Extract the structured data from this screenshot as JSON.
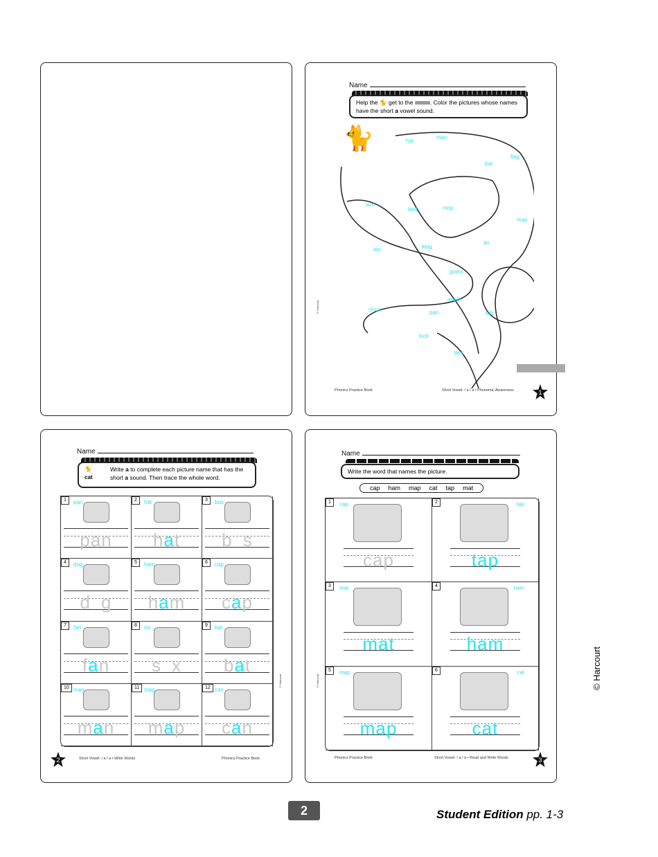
{
  "page1": {
    "name_label": "Name",
    "instruction_pre": "Help the",
    "instruction_mid": "get to the",
    "instruction_post": ". Color the pictures whose names have the short",
    "instruction_bold": "a",
    "instruction_end": "vowel sound.",
    "labels": [
      "hat",
      "man",
      "bat",
      "flag",
      "map",
      "sun",
      "bed",
      "mop",
      "ten",
      "king",
      "ax",
      "grass",
      "apple",
      "tub",
      "chick",
      "pan",
      "lock",
      "tack"
    ],
    "copyright": "© Harcourt",
    "footer_left": "Phonics Practice Book",
    "footer_right": "Short Vowel: / a / a • Phonemic Awareness",
    "page_num": "1"
  },
  "page2": {
    "name_label": "Name",
    "example_word": "cat",
    "instruction_pre": "Write",
    "instruction_bold": "a",
    "instruction_mid": "to complete each picture name that has the short",
    "instruction_bold2": "a",
    "instruction_end": "sound. Then trace the whole word.",
    "items": [
      {
        "num": "1",
        "label": "pan",
        "pre": "p",
        "mid": "a",
        "post": "n",
        "filled": false
      },
      {
        "num": "2",
        "label": "hat",
        "pre": "h",
        "mid": "a",
        "post": "t",
        "filled": true
      },
      {
        "num": "3",
        "label": "bus",
        "pre": "b",
        "mid": "",
        "post": "s",
        "filled": false
      },
      {
        "num": "4",
        "label": "dog",
        "pre": "d",
        "mid": "",
        "post": "g",
        "filled": false
      },
      {
        "num": "5",
        "label": "ham",
        "pre": "h",
        "mid": "a",
        "post": "m",
        "filled": true
      },
      {
        "num": "6",
        "label": "cap",
        "pre": "c",
        "mid": "a",
        "post": "p",
        "filled": true
      },
      {
        "num": "7",
        "label": "fan",
        "pre": "f",
        "mid": "a",
        "post": "n",
        "filled": true
      },
      {
        "num": "8",
        "label": "six",
        "pre": "s",
        "mid": "",
        "post": "x",
        "filled": false
      },
      {
        "num": "9",
        "label": "bat",
        "pre": "b",
        "mid": "a",
        "post": "t",
        "filled": true
      },
      {
        "num": "10",
        "label": "man",
        "pre": "m",
        "mid": "a",
        "post": "n",
        "filled": true
      },
      {
        "num": "11",
        "label": "map",
        "pre": "m",
        "mid": "a",
        "post": "p",
        "filled": true
      },
      {
        "num": "12",
        "label": "can",
        "pre": "c",
        "mid": "a",
        "post": "n",
        "filled": true
      }
    ],
    "copyright": "© Harcourt",
    "footer_left": "Short Vowel: / a / a • Write Words",
    "footer_right": "Phonics Practice Book",
    "page_num": "2"
  },
  "page3": {
    "name_label": "Name",
    "instruction": "Write the word that names the picture.",
    "word_bank": [
      "cap",
      "ham",
      "map",
      "cat",
      "tap",
      "mat"
    ],
    "items": [
      {
        "num": "1",
        "label": "cap",
        "answer": "cap",
        "filled": false
      },
      {
        "num": "2",
        "label": "tap",
        "answer": "tap",
        "filled": true
      },
      {
        "num": "3",
        "label": "mat",
        "answer": "mat",
        "filled": true
      },
      {
        "num": "4",
        "label": "ham",
        "answer": "ham",
        "filled": true
      },
      {
        "num": "5",
        "label": "map",
        "answer": "map",
        "filled": true
      },
      {
        "num": "6",
        "label": "cat",
        "answer": "cat",
        "filled": true
      }
    ],
    "copyright": "© Harcourt",
    "footer_left": "Phonics Practice Book",
    "footer_right": "Short Vowel: / a / a • Read and Write Words",
    "page_num": "3"
  },
  "page_badge": "2",
  "edition": {
    "title": "Student Edition",
    "pages": "pp. 1-3"
  },
  "side_copyright": "© Harcourt",
  "colors": {
    "highlight": "#27e4f0",
    "badge": "#555555"
  }
}
